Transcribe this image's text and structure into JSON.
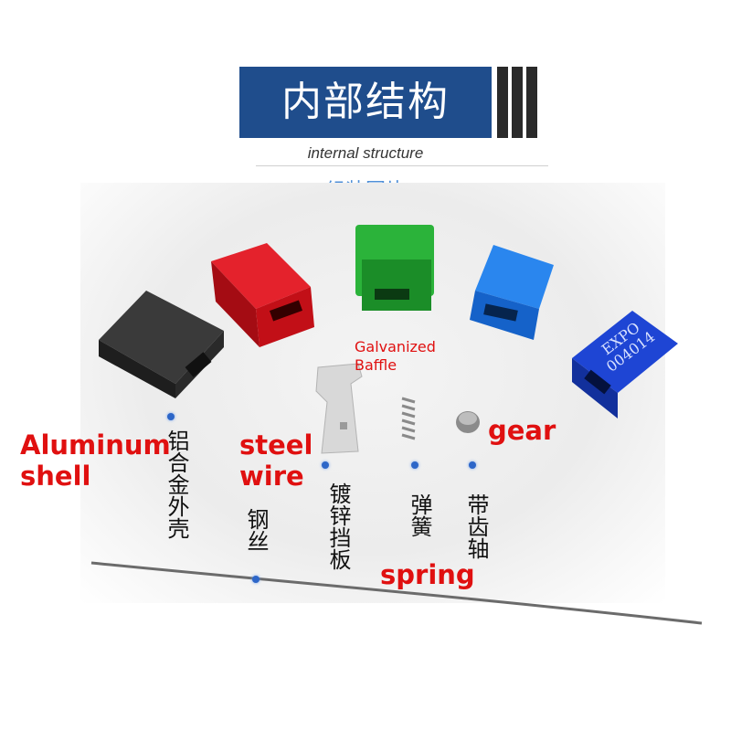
{
  "header": {
    "title_cn": "内部结构",
    "subtitle_en": "internal structure",
    "subtitle_cn": "组装图片"
  },
  "parts": {
    "shell": {
      "en": "Aluminum shell",
      "en_line1": "Aluminum",
      "en_line2": "shell",
      "cn": "铝合金外壳"
    },
    "wire": {
      "en_line1": "steel",
      "en_line2": "wire",
      "cn": "钢丝"
    },
    "baffle": {
      "en_line1": "Galvanized",
      "en_line2": "Baffle",
      "cn": "镀锌挡板"
    },
    "spring": {
      "en": "spring",
      "cn": "弹簧"
    },
    "gear": {
      "en": "gear",
      "cn": "带齿轴"
    }
  },
  "blue_shell_print": {
    "line1": "EXPO",
    "line2": "004014"
  },
  "colors": {
    "header_bg": "#1f4d8c",
    "label_red": "#e01010",
    "subtitle_blue": "#4f8fd8",
    "shell_black": "#2a2a2a",
    "shell_red": "#d8141d",
    "shell_green": "#1f9e2c",
    "shell_blue": "#1a6fd9",
    "shell_blue_dark": "#1a3fc8"
  }
}
